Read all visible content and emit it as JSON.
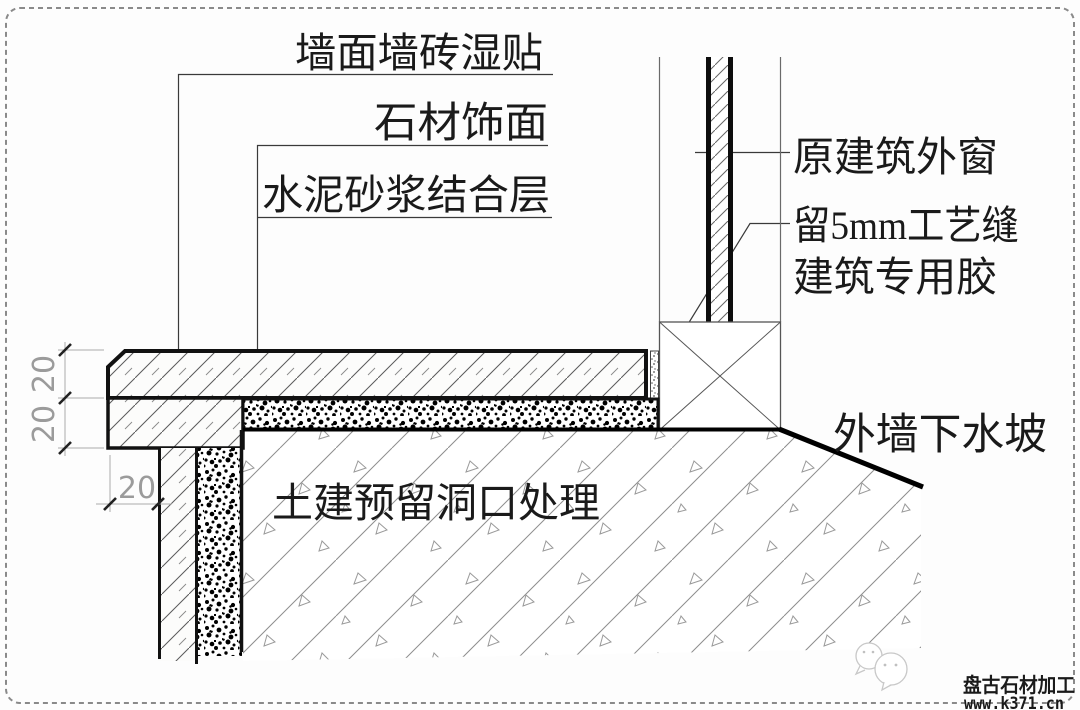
{
  "labels": {
    "wall_tile_wet_paste": "墙面墙砖湿贴",
    "stone_finish": "石材饰面",
    "cement_mortar_bonding_layer": "水泥砂浆结合层",
    "original_building_window": "原建筑外窗",
    "seam_note_line1": "留5mm工艺缝",
    "seam_note_line2": "建筑专用胶",
    "exterior_wall_drain_slope": "外墙下水坡",
    "reserved_opening_note": "土建预留洞口处理"
  },
  "dimensions": {
    "stone_thickness": "20",
    "mortar_thickness": "20",
    "overhang": "20"
  },
  "watermark": {
    "brand": "盘古石材加工",
    "site": "www.k371.cn",
    "brand_color": "#1e96d5",
    "site_color": "#7cc2e9"
  }
}
